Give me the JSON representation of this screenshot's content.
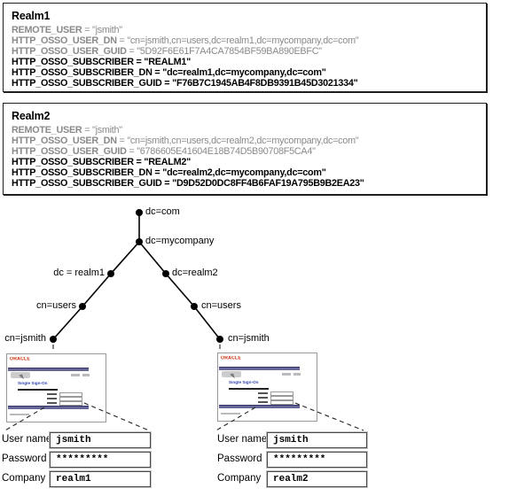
{
  "ui": {
    "equals_sep": " = "
  },
  "colors": {
    "bar_purple": "#666699",
    "oracle_red": "#cc2200",
    "heading_blue": "#2b3faf",
    "muted_text": "#8a8a8a"
  },
  "realm_boxes": [
    {
      "title": "Realm1",
      "lines": [
        {
          "name": "REMOTE_USER",
          "value": "\"jsmith\"",
          "style": "muted"
        },
        {
          "name": "HTTP_OSSO_USER_DN",
          "value": "\"cn=jsmith,cn=users,dc=realm1,dc=mycompany,dc=com\"",
          "style": "muted"
        },
        {
          "name": "HTTP_OSSO_USER_GUID",
          "value": "\"5D92F6E61F7A4CA7854BF59BA890EBFC\"",
          "style": "muted"
        },
        {
          "name": "HTTP_OSSO_SUBSCRIBER",
          "value": "\"REALM1\"",
          "style": "strong"
        },
        {
          "name": "HTTP_OSSO_SUBSCRIBER_DN",
          "value": "\"dc=realm1,dc=mycompany,dc=com\"",
          "style": "strong"
        },
        {
          "name": "HTTP_OSSO_SUBSCRIBER_GUID",
          "value": "\"F76B7C1945AB4F8DB9391B45D3021334\"",
          "style": "strong"
        }
      ]
    },
    {
      "title": "Realm2",
      "lines": [
        {
          "name": "REMOTE_USER",
          "value": "\"jsmith\"",
          "style": "muted"
        },
        {
          "name": "HTTP_OSSO_USER_DN",
          "value": "\"cn=jsmith,cn=users,dc=realm2,dc=mycompany,dc=com\"",
          "style": "muted"
        },
        {
          "name": "HTTP_OSSO_USER_GUID",
          "value": "\"6786605E41604E18B74D5B90708F5CA4\"",
          "style": "muted"
        },
        {
          "name": "HTTP_OSSO_SUBSCRIBER",
          "value": "\"REALM2\"",
          "style": "strong"
        },
        {
          "name": "HTTP_OSSO_SUBSCRIBER_DN",
          "value": "\"dc=realm2,dc=mycompany,dc=com\"",
          "style": "strong"
        },
        {
          "name": "HTTP_OSSO_SUBSCRIBER_GUID",
          "value": "\"D9D52D0DC8FF4B6FAF19A795B9B2EA23\"",
          "style": "strong"
        }
      ]
    }
  ],
  "tree": {
    "nodes": [
      {
        "label": "dc=com"
      },
      {
        "label": "dc=mycompany"
      },
      {
        "label": "dc = realm1"
      },
      {
        "label": "dc=realm2"
      },
      {
        "label": "cn=users"
      },
      {
        "label": "cn=users"
      },
      {
        "label": "cn=jsmith"
      },
      {
        "label": "cn=jsmith"
      }
    ]
  },
  "browser_window": {
    "logo_text": "ORACLE",
    "heading": "Single Sign-On"
  },
  "login_forms": [
    {
      "fields": [
        {
          "label": "User name",
          "value": "jsmith"
        },
        {
          "label": "Password",
          "value": "*********"
        },
        {
          "label": "Company",
          "value": "realm1"
        }
      ]
    },
    {
      "fields": [
        {
          "label": "User name",
          "value": "jsmith"
        },
        {
          "label": "Password",
          "value": "*********"
        },
        {
          "label": "Company",
          "value": "realm2"
        }
      ]
    }
  ]
}
